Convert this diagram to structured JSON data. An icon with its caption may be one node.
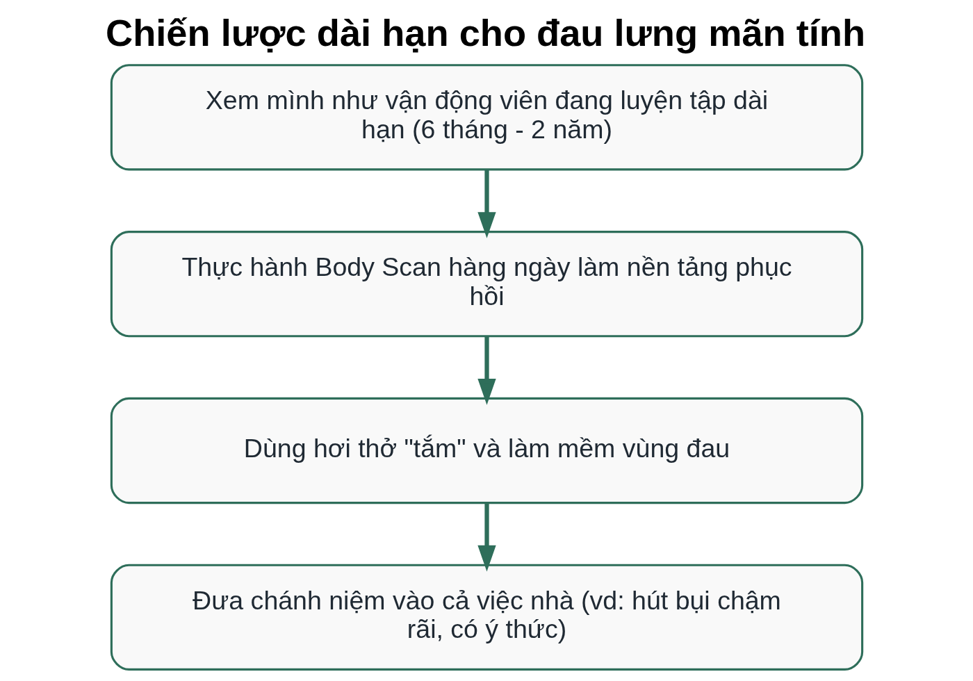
{
  "diagram": {
    "title": "Chiến lược dài hạn cho đau lưng mãn tính",
    "nodes": [
      {
        "text": [
          "Xem mình như vận động viên đang luyện tập dài hạn (6 tháng - 2 năm)"
        ]
      },
      {
        "text": [
          "Thực hành Body Scan hàng ngày làm nền tảng phục hồi"
        ]
      },
      {
        "text": [
          "Dùng hơi thở \"tắm\" và làm mềm vùng đau"
        ]
      },
      {
        "text": [
          "Đưa chánh niệm vào cả việc nhà (vd: hút bụi chậm rãi, có ý thức)"
        ]
      }
    ],
    "edges": [
      {
        "from": 0,
        "to": 1,
        "arrow": "to"
      },
      {
        "from": 1,
        "to": 2,
        "arrow": "to"
      },
      {
        "from": 2,
        "to": 3,
        "arrow": "to"
      }
    ]
  }
}
